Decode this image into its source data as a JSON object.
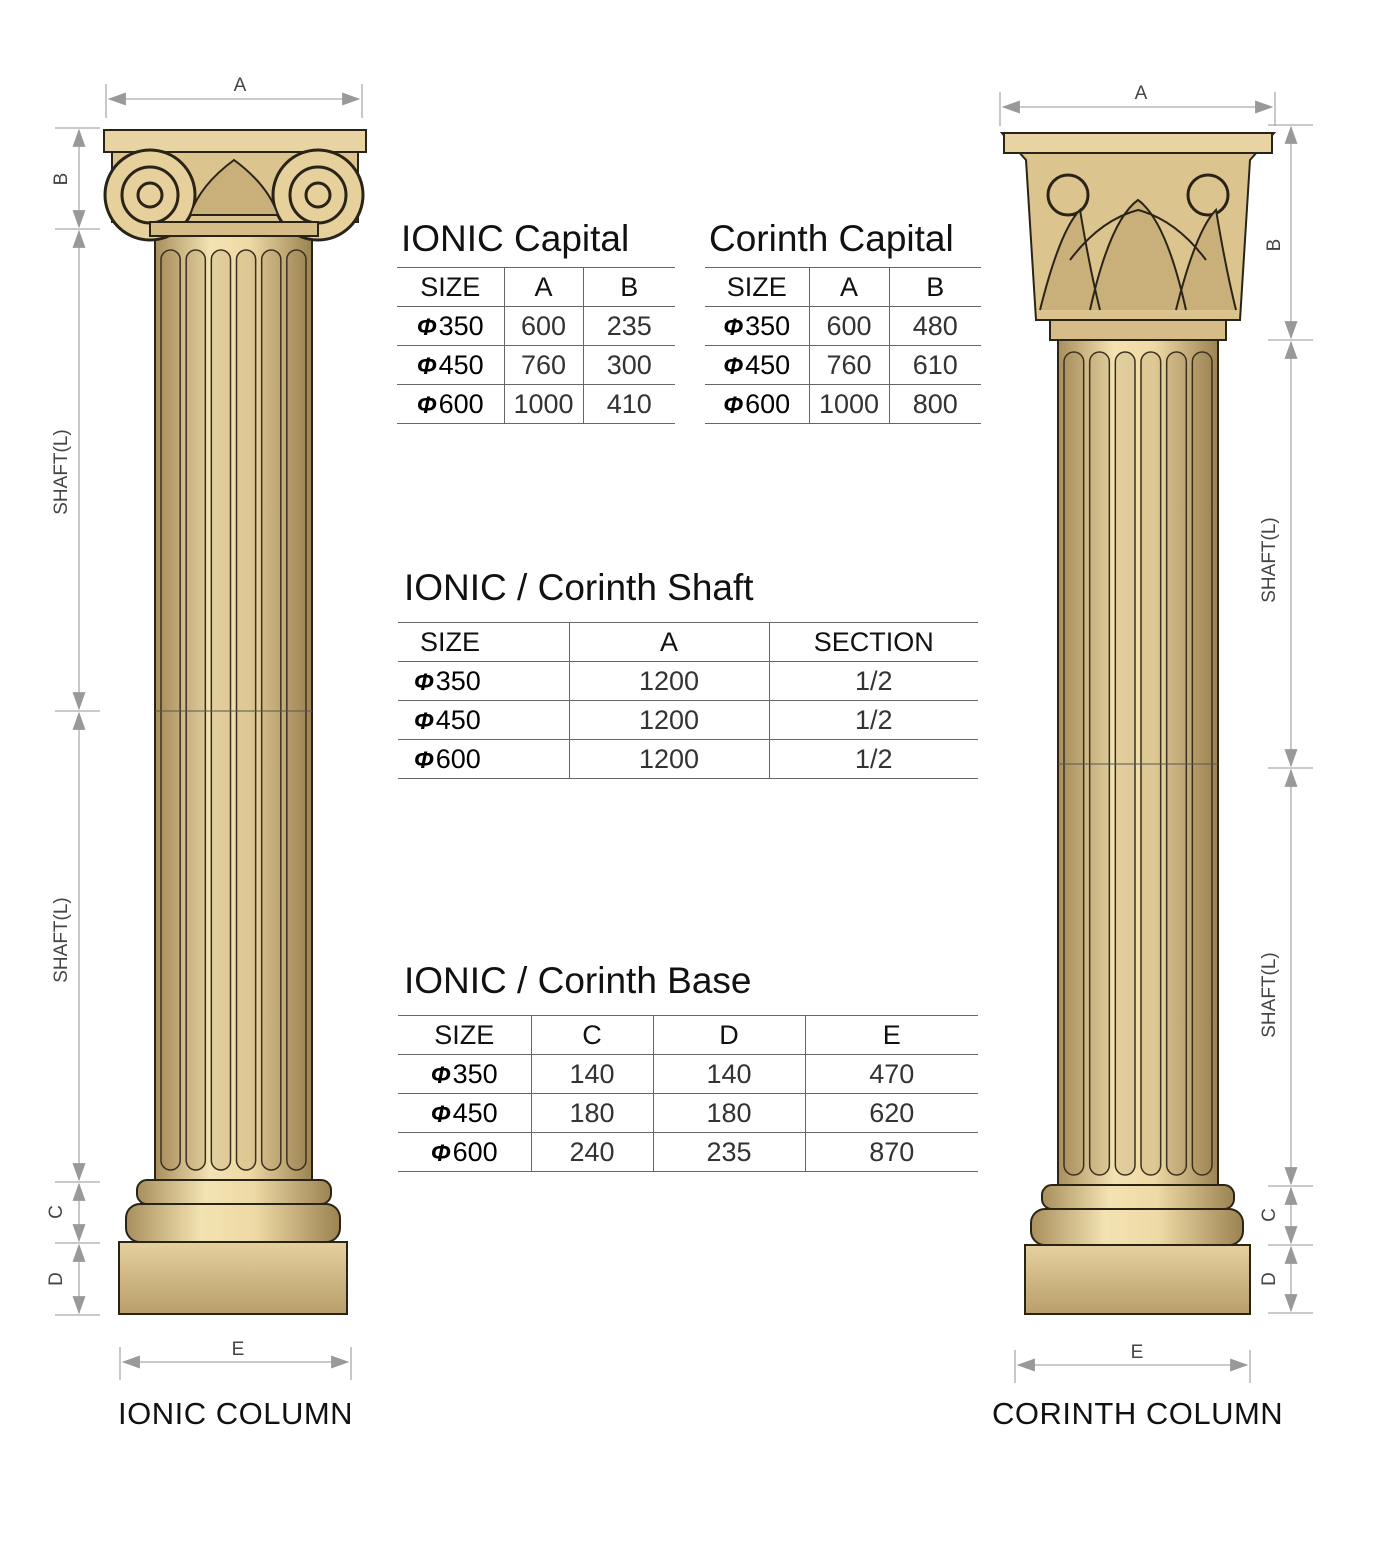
{
  "ionic_column": {
    "title": "IONIC COLUMN",
    "dims": {
      "a": "A",
      "b": "B",
      "shaft1": "SHAFT(L)",
      "shaft2": "SHAFT(L)",
      "c": "C",
      "d": "D",
      "e": "E"
    }
  },
  "corinth_column": {
    "title": "CORINTH COLUMN",
    "dims": {
      "a": "A",
      "b": "B",
      "shaft1": "SHAFT(L)",
      "shaft2": "SHAFT(L)",
      "c": "C",
      "d": "D",
      "e": "E"
    }
  },
  "ionic_capital": {
    "title": "IONIC Capital",
    "headers": [
      "SIZE",
      "A",
      "B"
    ],
    "rows": [
      {
        "size": "350",
        "a": "600",
        "b": "235"
      },
      {
        "size": "450",
        "a": "760",
        "b": "300"
      },
      {
        "size": "600",
        "a": "1000",
        "b": "410"
      }
    ]
  },
  "corinth_capital": {
    "title": "Corinth Capital",
    "headers": [
      "SIZE",
      "A",
      "B"
    ],
    "rows": [
      {
        "size": "350",
        "a": "600",
        "b": "480"
      },
      {
        "size": "450",
        "a": "760",
        "b": "610"
      },
      {
        "size": "600",
        "a": "1000",
        "b": "800"
      }
    ]
  },
  "shaft": {
    "title": "IONIC / Corinth Shaft",
    "headers": [
      "SIZE",
      "A",
      "SECTION"
    ],
    "rows": [
      {
        "size": "350",
        "a": "1200",
        "section": "1/2"
      },
      {
        "size": "450",
        "a": "1200",
        "section": "1/2"
      },
      {
        "size": "600",
        "a": "1200",
        "section": "1/2"
      }
    ]
  },
  "base": {
    "title": "IONIC / Corinth Base",
    "headers": [
      "SIZE",
      "C",
      "D",
      "E"
    ],
    "rows": [
      {
        "size": "350",
        "c": "140",
        "d": "140",
        "e": "470"
      },
      {
        "size": "450",
        "c": "180",
        "d": "180",
        "e": "620"
      },
      {
        "size": "600",
        "c": "240",
        "d": "235",
        "e": "870"
      }
    ]
  },
  "phi_symbol": "Φ",
  "colors": {
    "stone_light": "#f1dfae",
    "stone_mid": "#d9c08a",
    "stone_dark": "#a88f5c",
    "outline": "#2a2418"
  }
}
